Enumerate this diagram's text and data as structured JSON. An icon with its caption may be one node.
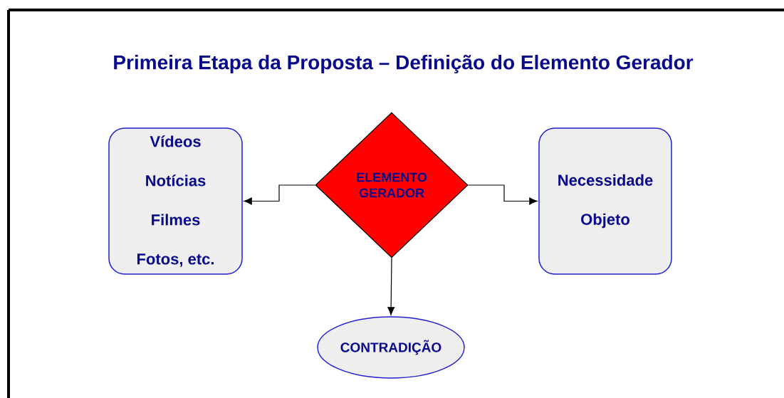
{
  "diagram": {
    "title": "Primeira Etapa da Proposta – Definição do Elemento Gerador",
    "nodes": [
      {
        "text": [
          "Vídeos",
          "Notícias",
          "Filmes",
          "Fotos, etc."
        ]
      },
      {
        "text": [
          "ELEMENTO GERADOR"
        ]
      },
      {
        "text": [
          "Necessidade",
          "Objeto"
        ]
      },
      {
        "text": [
          "CONTRADIÇÃO"
        ]
      }
    ],
    "edges": [
      {
        "from": 1,
        "to": 0,
        "arrow": "to"
      },
      {
        "from": 1,
        "to": 2,
        "arrow": "to"
      },
      {
        "from": 1,
        "to": 3,
        "arrow": "to"
      }
    ]
  }
}
